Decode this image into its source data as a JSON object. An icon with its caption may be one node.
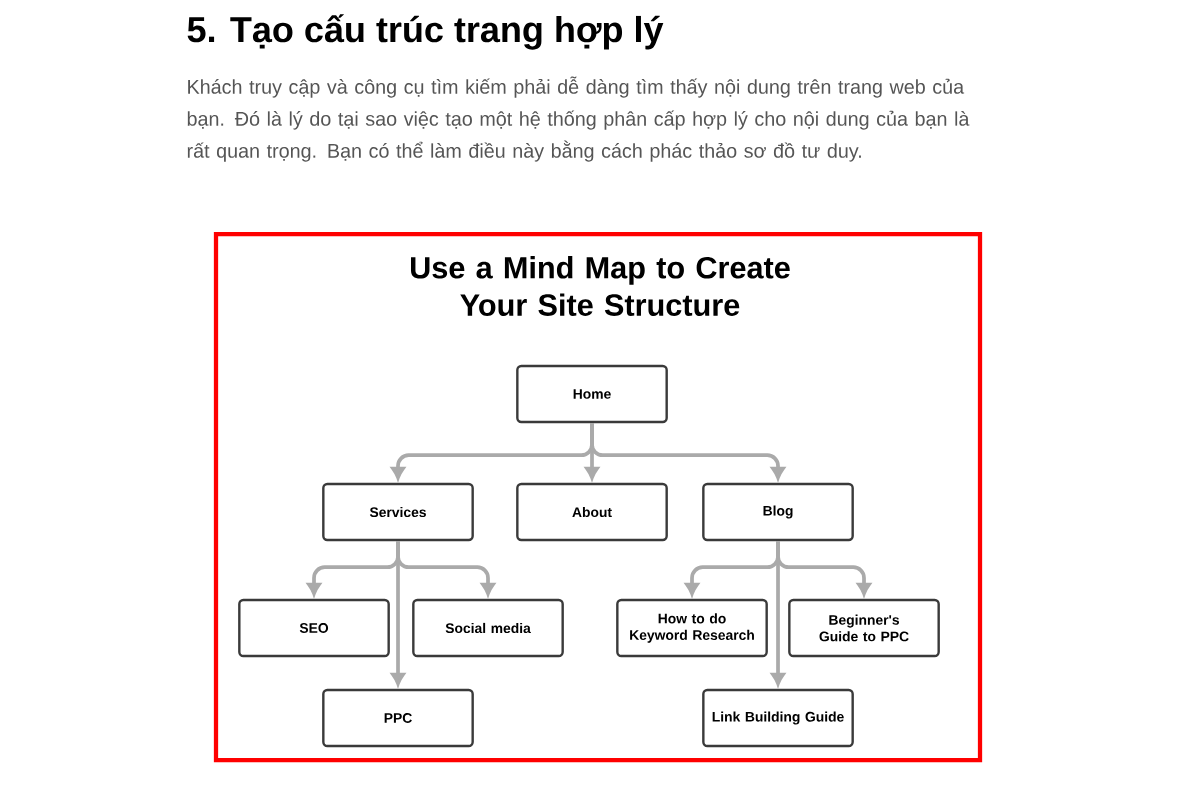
{
  "diagram": {
    "title": "Use a Mind Map to Create Your Site Structure",
    "nodes": [
      {
        "text": [
          "Home"
        ]
      },
      {
        "text": [
          "Services"
        ]
      },
      {
        "text": [
          "About"
        ]
      },
      {
        "text": [
          "Blog"
        ]
      },
      {
        "text": [
          "SEO"
        ]
      },
      {
        "text": [
          "Social media"
        ]
      },
      {
        "text": [
          "How to do Keyword Research"
        ]
      },
      {
        "text": [
          "Beginner's Guide to PPC"
        ]
      },
      {
        "text": [
          "PPC"
        ]
      },
      {
        "text": [
          "Link Building Guide"
        ]
      }
    ],
    "edges": [
      {
        "from": 0,
        "to": 1,
        "arrow": "to"
      },
      {
        "from": 0,
        "to": 2,
        "arrow": "to"
      },
      {
        "from": 0,
        "to": 3,
        "arrow": "to"
      },
      {
        "from": 1,
        "to": 4,
        "arrow": "to"
      },
      {
        "from": 1,
        "to": 5,
        "arrow": "to"
      },
      {
        "from": 1,
        "to": 8,
        "arrow": "to"
      },
      {
        "from": 3,
        "to": 6,
        "arrow": "to"
      },
      {
        "from": 3,
        "to": 7,
        "arrow": "to"
      },
      {
        "from": 3,
        "to": 9,
        "arrow": "to"
      }
    ],
    "labels": [
      "5. Tạo cấu trúc trang hợp lý",
      "Khách truy cập và công cụ tìm kiếm phải dễ dàng tìm thấy nội dung trên trang web của bạn. Đó là lý do tại sao việc tạo một hệ thống phân cấp hợp lý cho nội dung của bạn là rất quan trọng. Bạn có thể làm điều này bằng cách phác thảo sơ đồ tư duy."
    ]
  }
}
